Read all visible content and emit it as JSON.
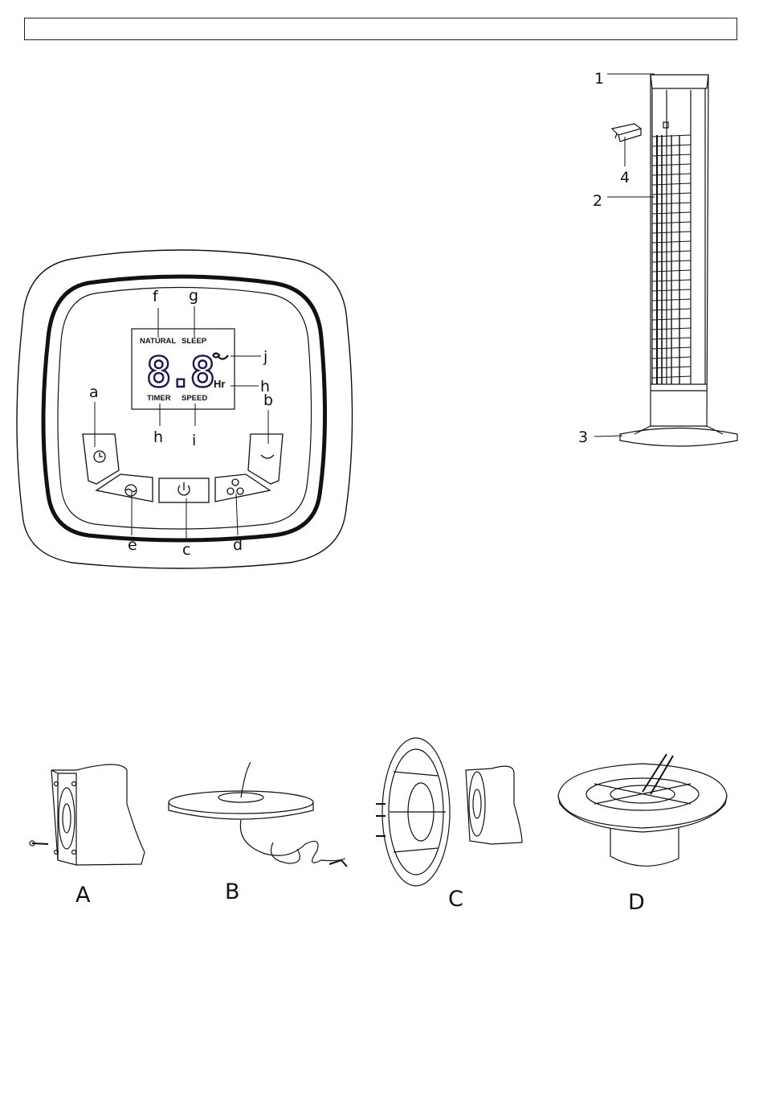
{
  "panel": {
    "lcd": {
      "natural": "NATURAL",
      "sleep": "SLEEP",
      "timer": "TIMER",
      "speed": "SPEED",
      "hr": "Hr",
      "digits": "8.8"
    },
    "callouts": {
      "a": "a",
      "b": "b",
      "c": "c",
      "d": "d",
      "e": "e",
      "f": "f",
      "g": "g",
      "h_top": "h",
      "h_bottom": "h",
      "i": "i",
      "j": "j"
    }
  },
  "tower": {
    "callouts": {
      "1": "1",
      "2": "2",
      "3": "3",
      "4": "4"
    }
  },
  "assembly": {
    "steps": [
      "A",
      "B",
      "C",
      "D"
    ]
  }
}
